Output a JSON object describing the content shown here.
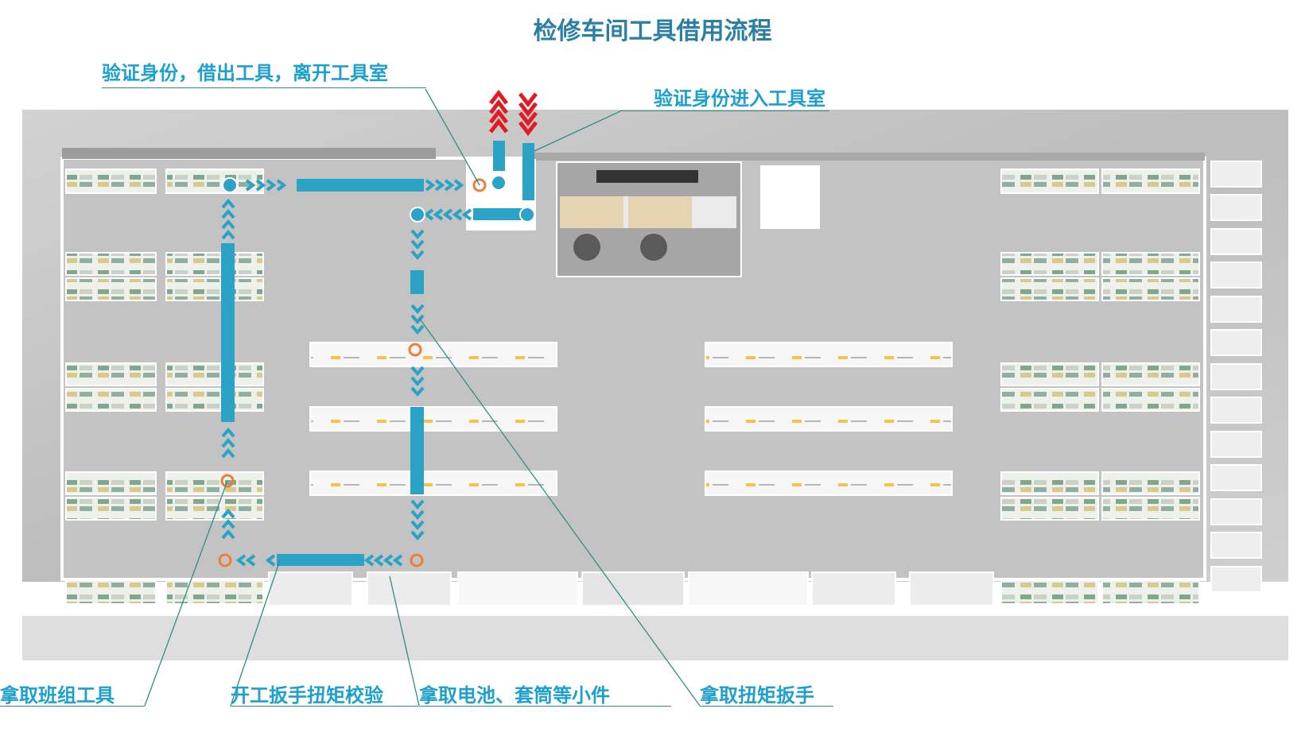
{
  "title": "检修车间工具借用流程",
  "labels": {
    "borrow_leave": "验证身份，借出工具，离开工具室",
    "enter_room": "验证身份进入工具室",
    "team_tools": "拿取班组工具",
    "wrench_calibration": "开工扳手扭矩校验",
    "small_parts": "拿取电池、套筒等小件",
    "torque_wrench": "拿取扭矩扳手"
  },
  "colors": {
    "path": "#2aa3c7",
    "exit_arrow": "#e01b24",
    "node": "#ee7d3a",
    "leader": "#2f8f86",
    "label": "#1ea0cf"
  }
}
